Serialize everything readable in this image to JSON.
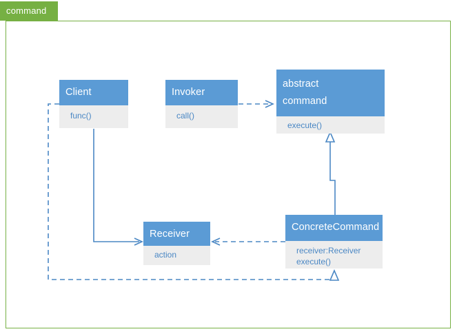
{
  "frame": {
    "tab_label": "command",
    "border_color": "#76B043",
    "tab_color": "#76B043"
  },
  "palette": {
    "class_header": "#5B9BD5",
    "class_body": "#EDEDED",
    "member_text": "#4A87C4",
    "header_text": "#FFFFFF",
    "connector": "#4A87C4",
    "accent_green": "#76B043"
  },
  "diagram": {
    "type": "uml-class-diagram",
    "title": "command",
    "classes": [
      {
        "id": "client",
        "name": "Client",
        "name_lines": [
          "Client"
        ],
        "members": [
          "func()"
        ]
      },
      {
        "id": "invoker",
        "name": "Invoker",
        "name_lines": [
          "Invoker"
        ],
        "members": [
          "call()"
        ]
      },
      {
        "id": "command",
        "name": "abstract command",
        "name_lines": [
          "abstract",
          "command"
        ],
        "members": [
          "execute()"
        ]
      },
      {
        "id": "receiver",
        "name": "Receiver",
        "name_lines": [
          "Receiver"
        ],
        "members": [
          "action"
        ]
      },
      {
        "id": "concretecommand",
        "name": "ConcreteCommand",
        "name_lines": [
          "ConcreteCommand"
        ],
        "members": [
          "receiver:Receiver",
          "execute()"
        ]
      }
    ],
    "relations": [
      {
        "from": "invoker",
        "to": "command",
        "style": "dashed",
        "arrow": "open",
        "kind": "dependency"
      },
      {
        "from": "concretecommand",
        "to": "command",
        "style": "solid",
        "arrow": "hollow-triangle",
        "kind": "generalization"
      },
      {
        "from": "client",
        "to": "receiver",
        "style": "solid",
        "arrow": "open",
        "kind": "association"
      },
      {
        "from": "concretecommand",
        "to": "receiver",
        "style": "dashed",
        "arrow": "open",
        "kind": "dependency"
      },
      {
        "from": "client",
        "to": "concretecommand",
        "style": "dashed",
        "arrow": "hollow-triangle",
        "kind": "dependency"
      }
    ]
  }
}
